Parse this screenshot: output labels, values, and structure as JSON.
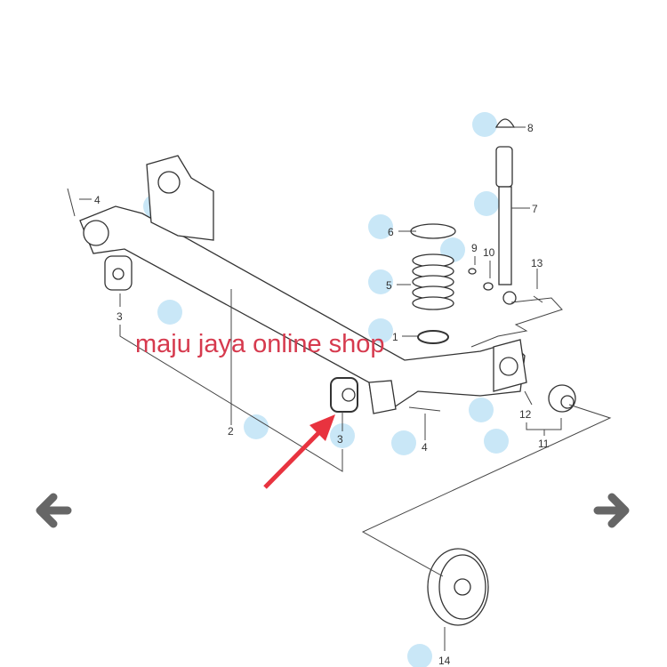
{
  "watermark": "maju jaya online shop",
  "callouts": {
    "c1": "1",
    "c2": "2",
    "c3a": "3",
    "c3b": "3",
    "c4a": "4",
    "c4b": "4",
    "c5": "5",
    "c6": "6",
    "c7": "7",
    "c8": "8",
    "c9": "9",
    "c10": "10",
    "c11": "11",
    "c12": "12",
    "c13": "13",
    "c14": "14"
  },
  "nav": {
    "prev": "previous-image",
    "next": "next-image"
  },
  "colors": {
    "watermark": "#d63a4e",
    "pointer_arrow": "#e8333f",
    "nav_arrow": "#666666",
    "dots": "#bfe3f6"
  }
}
